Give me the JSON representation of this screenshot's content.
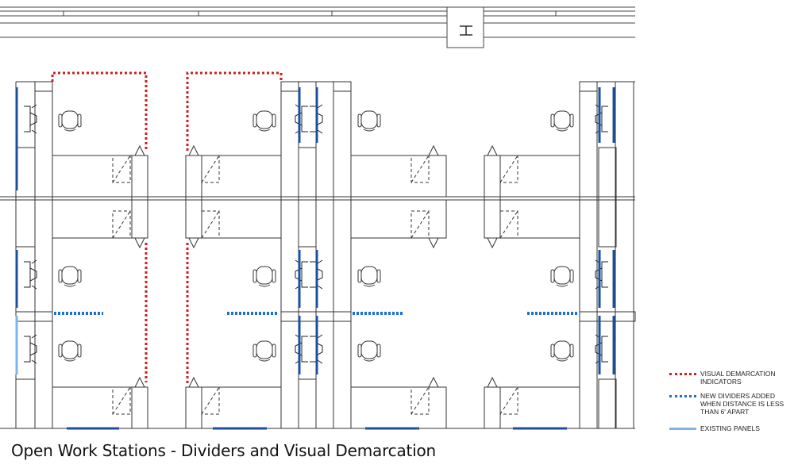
{
  "caption": "Open Work Stations - Dividers and Visual Demarcation",
  "legend": {
    "visual_demarcation": "VISUAL DEMARCATION INDICATORS",
    "new_dividers": "NEW DIVIDERS ADDED WHEN DISTANCE IS LESS THAN 6' APART",
    "existing_panels": "EXISTING PANELS"
  },
  "colors": {
    "demarcation": "#cc1f1f",
    "new_dividers": "#1f6fd1",
    "existing_panels": "#7fb3e8",
    "linework": "#333333"
  },
  "icons": [
    "chair-icon",
    "workstation-desk",
    "column-beam-icon"
  ]
}
